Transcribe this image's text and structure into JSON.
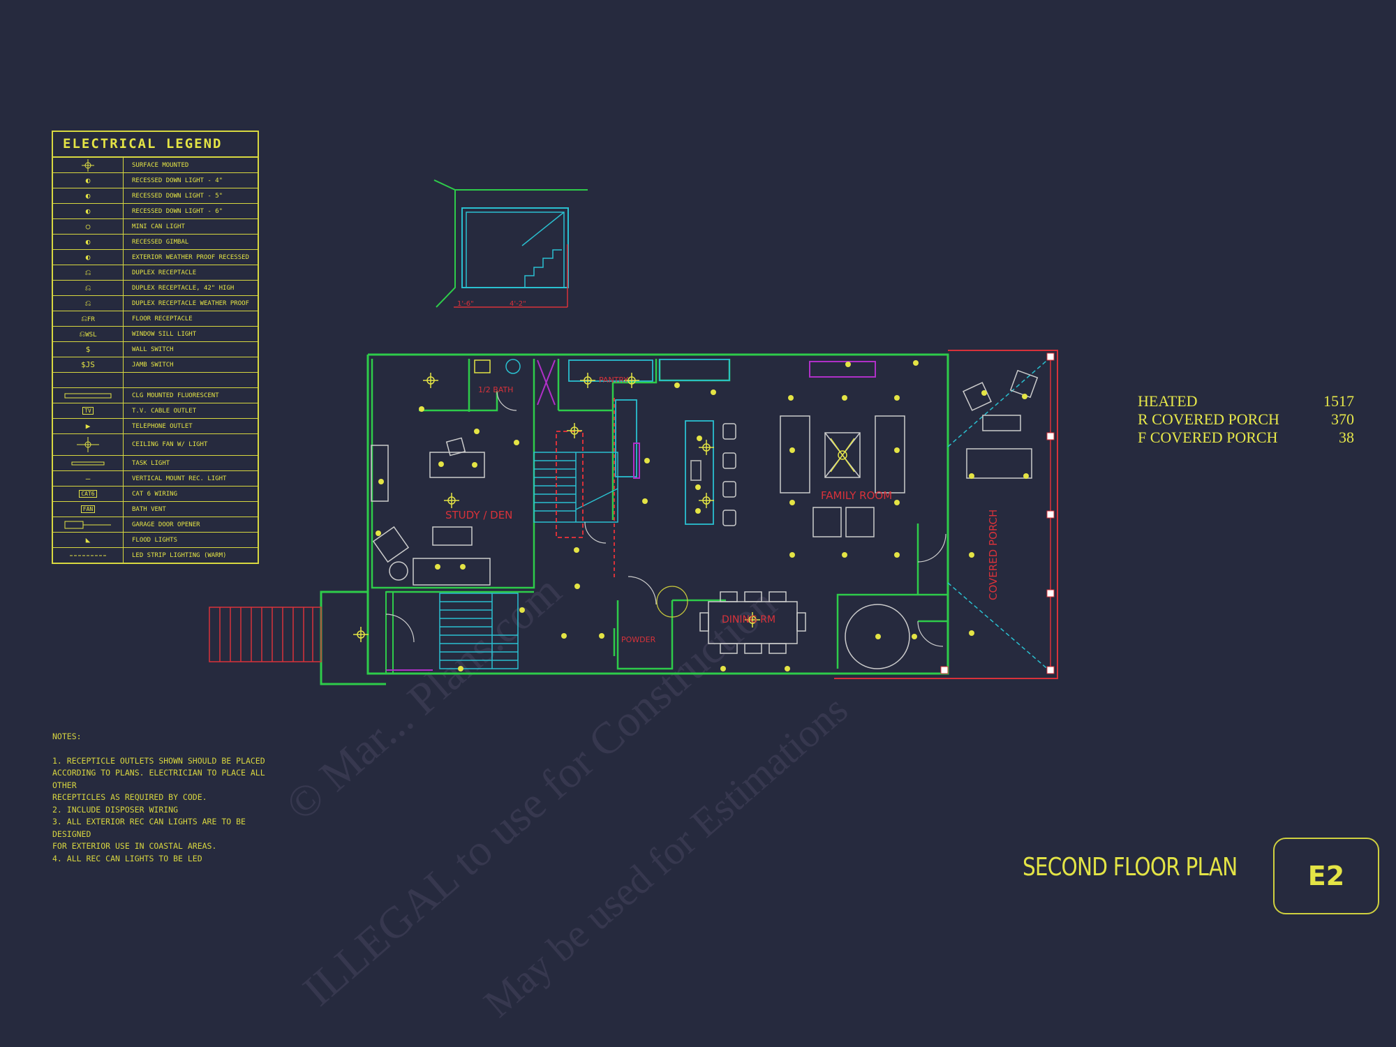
{
  "legend": {
    "title": "ELECTRICAL LEGEND",
    "items": [
      {
        "label": "SURFACE MOUNTED",
        "icon": "surface-light-icon"
      },
      {
        "label": "RECESSED DOWN LIGHT - 4\"",
        "icon": "recessed-light-4-icon"
      },
      {
        "label": "RECESSED DOWN LIGHT - 5\"",
        "icon": "recessed-light-5-icon"
      },
      {
        "label": "RECESSED DOWN LIGHT - 6\"",
        "icon": "recessed-light-6-icon"
      },
      {
        "label": "MINI CAN LIGHT",
        "icon": "mini-can-icon"
      },
      {
        "label": "RECESSED GIMBAL",
        "icon": "gimbal-icon"
      },
      {
        "label": "EXTERIOR WEATHER PROOF RECESSED",
        "icon": "weatherproof-recessed-icon"
      },
      {
        "label": "DUPLEX RECEPTACLE",
        "icon": "duplex-receptacle-icon"
      },
      {
        "label": "DUPLEX RECEPTACLE, 42\" HIGH",
        "icon": "duplex-42-icon"
      },
      {
        "label": "DUPLEX RECEPTACLE WEATHER PROOF",
        "icon": "duplex-wp-icon"
      },
      {
        "label": "FLOOR RECEPTACLE",
        "icon": "floor-receptacle-icon"
      },
      {
        "label": "WINDOW SILL LIGHT",
        "icon": "window-sill-icon"
      },
      {
        "label": "WALL SWITCH",
        "icon": "wall-switch-icon"
      },
      {
        "label": "JAMB SWITCH",
        "icon": "jamb-switch-icon"
      },
      {
        "label": "",
        "icon": ""
      },
      {
        "label": "CLG MOUNTED FLUORESCENT",
        "icon": "fluorescent-icon"
      },
      {
        "label": "T.V. CABLE OUTLET",
        "icon": "tv-outlet-icon"
      },
      {
        "label": "TELEPHONE OUTLET",
        "icon": "telephone-icon"
      },
      {
        "label": "CEILING FAN W/ LIGHT",
        "icon": "ceiling-fan-icon"
      },
      {
        "label": "TASK LIGHT",
        "icon": "task-light-icon"
      },
      {
        "label": "VERTICAL MOUNT REC. LIGHT",
        "icon": "vertical-light-icon"
      },
      {
        "label": "CAT 6 WIRING",
        "icon": "cat6-icon"
      },
      {
        "label": "BATH VENT",
        "icon": "bath-vent-icon"
      },
      {
        "label": "GARAGE DOOR OPENER",
        "icon": "garage-opener-icon"
      },
      {
        "label": "FLOOD LIGHTS",
        "icon": "flood-light-icon"
      },
      {
        "label": "LED STRIP LIGHTING (WARM)",
        "icon": "led-strip-icon"
      }
    ],
    "symbols": {
      "tv": "TV",
      "cat6": "CAT6",
      "fan": "FAN",
      "switch": "$",
      "jamb": "$JS",
      "fr": "FR",
      "wsl": "WSL"
    }
  },
  "notes": {
    "heading": "NOTES:",
    "lines": [
      "1. RECEPTICLE OUTLETS SHOWN SHOULD BE PLACED",
      "ACCORDING TO PLANS. ELECTRICIAN TO PLACE ALL OTHER",
      "RECEPTICLES AS REQUIRED BY CODE.",
      "2. INCLUDE DISPOSER WIRING",
      "3. ALL EXTERIOR REC CAN LIGHTS ARE TO BE DESIGNED",
      "FOR EXTERIOR USE IN COASTAL AREAS.",
      "4. ALL REC CAN LIGHTS TO BE LED"
    ]
  },
  "areas": [
    {
      "label": "HEATED",
      "value": "1517"
    },
    {
      "label": "R COVERED PORCH",
      "value": "370"
    },
    {
      "label": "F COVERED PORCH",
      "value": "38"
    }
  ],
  "rooms": {
    "study": "STUDY / DEN",
    "family": "FAMILY ROOM",
    "dining": "DINING RM",
    "porch": "COVERED PORCH",
    "bath": "1/2 BATH",
    "pantry": "PANTRY",
    "powder": "POWDER"
  },
  "title_block": {
    "plan_title": "SECOND FLOOR PLAN",
    "sheet": "E2"
  },
  "watermark": [
    "© Mar... Plans.com",
    "ILLEGAL to use for Construction",
    "May be used for Estimations"
  ],
  "colors": {
    "background": "#262a3e",
    "wall": "#2ecc4a",
    "stair": "#2ac0d0",
    "text": "#e4e445",
    "red": "#d8323a",
    "magenta": "#b030c8"
  }
}
